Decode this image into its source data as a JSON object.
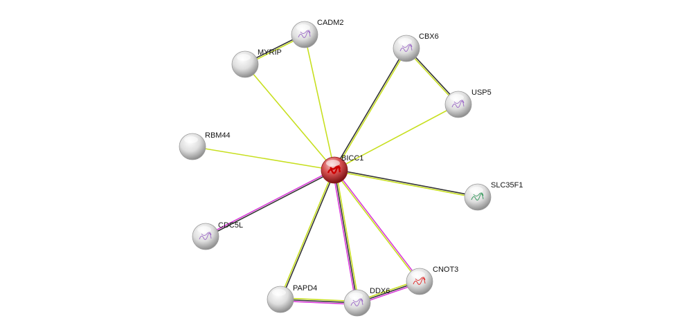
{
  "network": {
    "center": "BICC1",
    "nodes": [
      {
        "id": "BICC1",
        "label": "BICC1",
        "query": true,
        "structure": "red"
      },
      {
        "id": "CADM2",
        "label": "CADM2",
        "structure": "purple"
      },
      {
        "id": "MYRIP",
        "label": "MYRIP",
        "structure": "none"
      },
      {
        "id": "CBX6",
        "label": "CBX6",
        "structure": "purple"
      },
      {
        "id": "USP5",
        "label": "USP5",
        "structure": "purple"
      },
      {
        "id": "RBM44",
        "label": "RBM44",
        "structure": "none"
      },
      {
        "id": "SLC35F1",
        "label": "SLC35F1",
        "structure": "multi"
      },
      {
        "id": "CDC5L",
        "label": "CDC5L",
        "structure": "purple"
      },
      {
        "id": "PAPD4",
        "label": "PAPD4",
        "structure": "none"
      },
      {
        "id": "DDX6",
        "label": "DDX6",
        "structure": "purple"
      },
      {
        "id": "CNOT3",
        "label": "CNOT3",
        "structure": "red"
      }
    ],
    "edges": [
      {
        "a": "BICC1",
        "b": "CADM2",
        "evidence": [
          "textmining"
        ]
      },
      {
        "a": "BICC1",
        "b": "MYRIP",
        "evidence": [
          "textmining"
        ]
      },
      {
        "a": "MYRIP",
        "b": "CADM2",
        "evidence": [
          "coexpression",
          "textmining"
        ]
      },
      {
        "a": "BICC1",
        "b": "CBX6",
        "evidence": [
          "coexpression",
          "textmining"
        ]
      },
      {
        "a": "CBX6",
        "b": "USP5",
        "evidence": [
          "coexpression",
          "textmining"
        ]
      },
      {
        "a": "BICC1",
        "b": "USP5",
        "evidence": [
          "textmining"
        ]
      },
      {
        "a": "BICC1",
        "b": "RBM44",
        "evidence": [
          "textmining"
        ]
      },
      {
        "a": "BICC1",
        "b": "SLC35F1",
        "evidence": [
          "coexpression",
          "textmining"
        ]
      },
      {
        "a": "BICC1",
        "b": "CDC5L",
        "evidence": [
          "coexpression",
          "experiments"
        ]
      },
      {
        "a": "BICC1",
        "b": "PAPD4",
        "evidence": [
          "coexpression",
          "textmining"
        ]
      },
      {
        "a": "BICC1",
        "b": "DDX6",
        "evidence": [
          "textmining",
          "coexpression",
          "experiments"
        ]
      },
      {
        "a": "BICC1",
        "b": "CNOT3",
        "evidence": [
          "experiments",
          "textmining"
        ]
      },
      {
        "a": "PAPD4",
        "b": "DDX6",
        "evidence": [
          "textmining",
          "coexpression",
          "experiments"
        ]
      },
      {
        "a": "DDX6",
        "b": "CNOT3",
        "evidence": [
          "textmining",
          "coexpression",
          "experiments"
        ]
      }
    ],
    "evidence_colors": {
      "textmining": "#c7df1f",
      "coexpression": "#333333",
      "experiments": "#d83ad8"
    }
  }
}
